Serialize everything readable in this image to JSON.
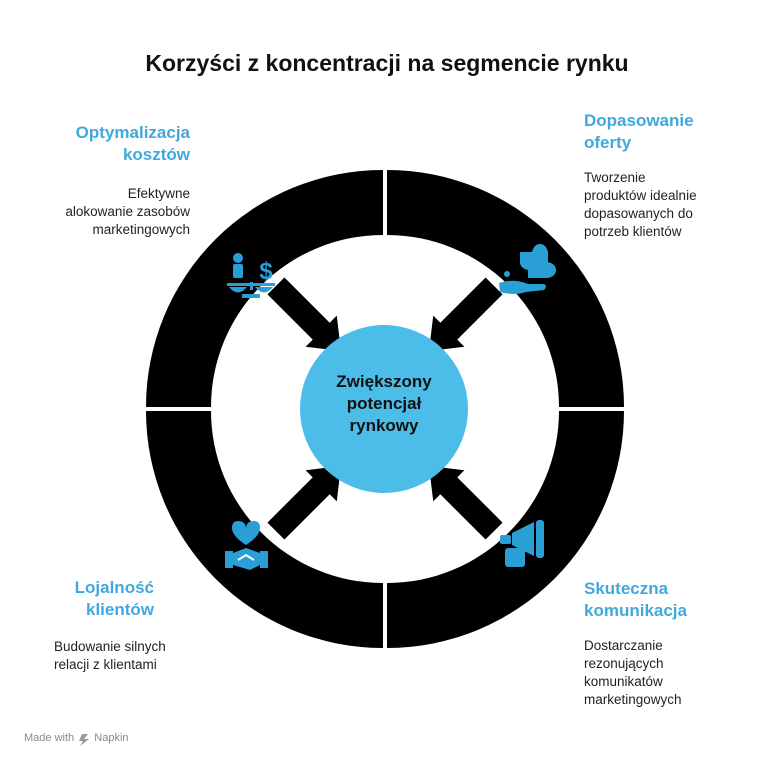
{
  "title": "Korzyści z koncentracji na segmencie rynku",
  "center": {
    "line1": "Zwiększony",
    "line2": "potencjał",
    "line3": "rynkowy"
  },
  "quadrants": {
    "top_left": {
      "heading_line1": "Optymalizacja",
      "heading_line2": "kosztów",
      "desc_line1": "Efektywne",
      "desc_line2": "alokowanie zasobów",
      "desc_line3": "marketingowych",
      "icon": "money-scale-icon"
    },
    "top_right": {
      "heading_line1": "Dopasowanie",
      "heading_line2": "oferty",
      "desc_line1": "Tworzenie",
      "desc_line2": "produktów idealnie",
      "desc_line3": "dopasowanych do",
      "desc_line4": "potrzeb klientów",
      "icon": "puzzle-hand-icon"
    },
    "bottom_left": {
      "heading_line1": "Lojalność",
      "heading_line2": "klientów",
      "desc_line1": "Budowanie silnych",
      "desc_line2": "relacji z klientami",
      "icon": "heart-handshake-icon"
    },
    "bottom_right": {
      "heading_line1": "Skuteczna",
      "heading_line2": "komunikacja",
      "desc_line1": "Dostarczanie",
      "desc_line2": "rezonujących",
      "desc_line3": "komunikatów",
      "desc_line4": "marketingowych",
      "icon": "megaphone-icon"
    }
  },
  "footer": {
    "made_with": "Made with",
    "brand": "Napkin"
  },
  "colors": {
    "accent": "#3fa9de",
    "center_fill": "#4bbde8",
    "ring": "#000000",
    "icon": "#2a9fd6"
  }
}
